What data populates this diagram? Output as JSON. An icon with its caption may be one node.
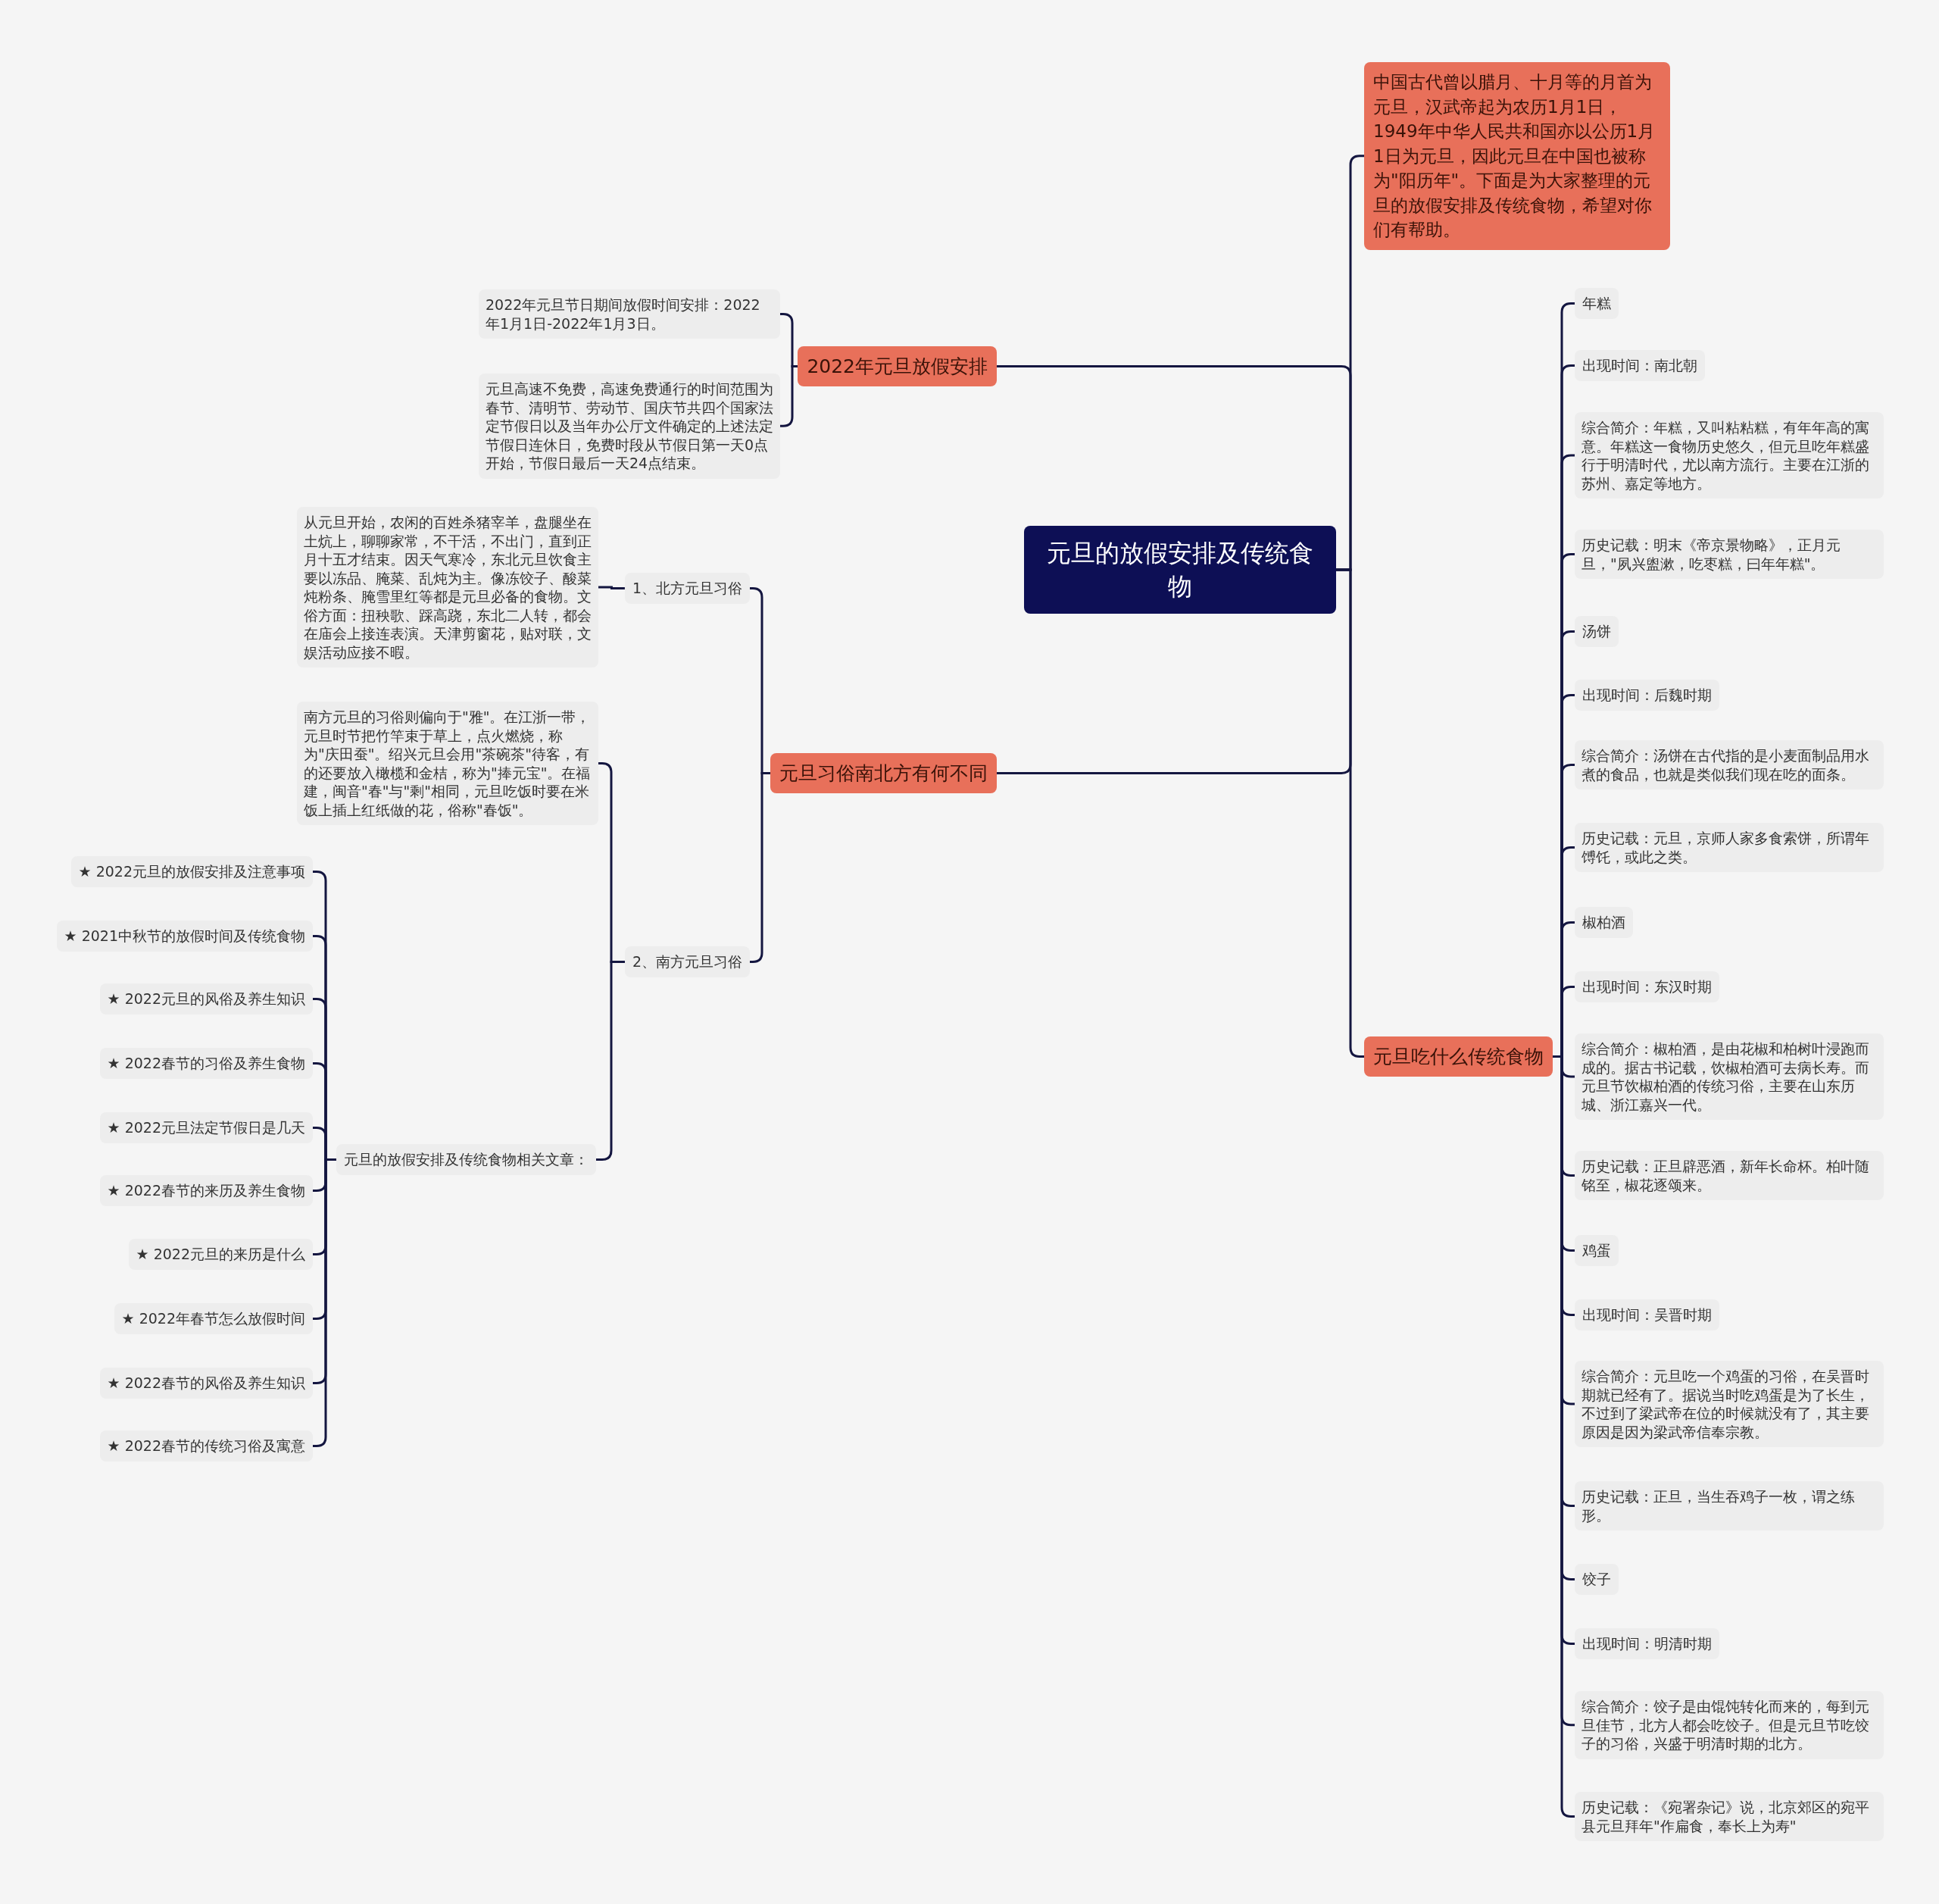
{
  "diagram": {
    "nodes": [
      {
        "text": [
          "元旦的放假安排及传统食物"
        ]
      },
      {
        "text": [
          "中国古代曾以腊月、十月等的月首为元旦，汉武帝起为农历1月1日，1949年中华人民共和国亦以公历1月1日为元旦，因此元旦在中国也被称为\"阳历年\"。下面是为大家整理的元旦的放假安排及传统食物，希望对你们有帮助。"
        ]
      },
      {
        "text": [
          "2022年元旦放假安排"
        ]
      },
      {
        "text": [
          "2022年元旦节日期间放假时间安排：2022年1月1日-2022年1月3日。"
        ]
      },
      {
        "text": [
          "元旦高速不免费，高速免费通行的时间范围为春节、清明节、劳动节、国庆节共四个国家法定节假日以及当年办公厅文件确定的上述法定节假日连休日，免费时段从节假日第一天0点开始，节假日最后一天24点结束。"
        ]
      },
      {
        "text": [
          "元旦习俗南北方有何不同"
        ]
      },
      {
        "text": [
          "1、北方元旦习俗"
        ]
      },
      {
        "text": [
          "从元旦开始，农闲的百姓杀猪宰羊，盘腿坐在土炕上，聊聊家常，不干活，不出门，直到正月十五才结束。因天气寒冷，东北元旦饮食主要以冻品、腌菜、乱炖为主。像冻饺子、酸菜炖粉条、腌雪里红等都是元旦必备的食物。文俗方面：扭秧歌、踩高跷，东北二人转，都会在庙会上接连表演。天津剪窗花，贴对联，文娱活动应接不暇。"
        ]
      },
      {
        "text": [
          "2、南方元旦习俗"
        ]
      },
      {
        "text": [
          "南方元旦的习俗则偏向于\"雅\"。在江浙一带，元旦时节把竹竿束于草上，点火燃烧，称为\"庆田蚕\"。绍兴元旦会用\"茶碗茶\"待客，有的还要放入橄榄和金桔，称为\"捧元宝\"。在福建，闽音\"春\"与\"剩\"相同，元旦吃饭时要在米饭上插上红纸做的花，俗称\"春饭\"。"
        ]
      },
      {
        "text": [
          "元旦的放假安排及传统食物相关文章："
        ]
      },
      {
        "text": [
          "★ 2022元旦的放假安排及注意事项"
        ]
      },
      {
        "text": [
          "★ 2021中秋节的放假时间及传统食物"
        ]
      },
      {
        "text": [
          "★ 2022元旦的风俗及养生知识"
        ]
      },
      {
        "text": [
          "★ 2022春节的习俗及养生食物"
        ]
      },
      {
        "text": [
          "★ 2022元旦法定节假日是几天"
        ]
      },
      {
        "text": [
          "★ 2022春节的来历及养生食物"
        ]
      },
      {
        "text": [
          "★ 2022元旦的来历是什么"
        ]
      },
      {
        "text": [
          "★ 2022年春节怎么放假时间"
        ]
      },
      {
        "text": [
          "★ 2022春节的风俗及养生知识"
        ]
      },
      {
        "text": [
          "★ 2022春节的传统习俗及寓意"
        ]
      },
      {
        "text": [
          "元旦吃什么传统食物"
        ]
      },
      {
        "text": [
          "年糕"
        ]
      },
      {
        "text": [
          "出现时间：南北朝"
        ]
      },
      {
        "text": [
          "综合简介：年糕，又叫粘粘糕，有年年高的寓意。年糕这一食物历史悠久，但元旦吃年糕盛行于明清时代，尤以南方流行。主要在江浙的苏州、嘉定等地方。"
        ]
      },
      {
        "text": [
          "历史记载：明末《帝京景物略》，正月元旦，\"夙兴盥漱，吃枣糕，曰年年糕\"。"
        ]
      },
      {
        "text": [
          "汤饼"
        ]
      },
      {
        "text": [
          "出现时间：后魏时期"
        ]
      },
      {
        "text": [
          "综合简介：汤饼在古代指的是小麦面制品用水煮的食品，也就是类似我们现在吃的面条。"
        ]
      },
      {
        "text": [
          "历史记载：元旦，京师人家多食索饼，所谓年馎饦，或此之类。"
        ]
      },
      {
        "text": [
          "椒柏酒"
        ]
      },
      {
        "text": [
          "出现时间：东汉时期"
        ]
      },
      {
        "text": [
          "综合简介：椒柏酒，是由花椒和柏树叶浸跑而成的。据古书记载，饮椒柏酒可去病长寿。而元旦节饮椒柏酒的传统习俗，主要在山东历城、浙江嘉兴一代。"
        ]
      },
      {
        "text": [
          "历史记载：正旦辟恶酒，新年长命杯。柏叶随铭至，椒花逐颂来。"
        ]
      },
      {
        "text": [
          "鸡蛋"
        ]
      },
      {
        "text": [
          "出现时间：吴晋时期"
        ]
      },
      {
        "text": [
          "综合简介：元旦吃一个鸡蛋的习俗，在吴晋时期就已经有了。据说当时吃鸡蛋是为了长生，不过到了梁武帝在位的时候就没有了，其主要原因是因为梁武帝信奉宗教。"
        ]
      },
      {
        "text": [
          "历史记载：正旦，当生吞鸡子一枚，谓之练形。"
        ]
      },
      {
        "text": [
          "饺子"
        ]
      },
      {
        "text": [
          "出现时间：明清时期"
        ]
      },
      {
        "text": [
          "综合简介：饺子是由馄饨转化而来的，每到元旦佳节，北方人都会吃饺子。但是元旦节吃饺子的习俗，兴盛于明清时期的北方。"
        ]
      },
      {
        "text": [
          "历史记载：《宛署杂记》说，北京郊区的宛平县元旦拜年\"作扁食，奉长上为寿\""
        ]
      }
    ],
    "edges": [
      {
        "from": 0,
        "to": 1,
        "arrow": "none"
      },
      {
        "from": 0,
        "to": 2,
        "arrow": "none"
      },
      {
        "from": 0,
        "to": 5,
        "arrow": "none"
      },
      {
        "from": 0,
        "to": 21,
        "arrow": "none"
      },
      {
        "from": 2,
        "to": 3,
        "arrow": "none"
      },
      {
        "from": 2,
        "to": 4,
        "arrow": "none"
      },
      {
        "from": 5,
        "to": 6,
        "arrow": "none"
      },
      {
        "from": 5,
        "to": 8,
        "arrow": "none"
      },
      {
        "from": 6,
        "to": 7,
        "arrow": "none"
      },
      {
        "from": 8,
        "to": 9,
        "arrow": "none"
      },
      {
        "from": 8,
        "to": 10,
        "arrow": "none"
      },
      {
        "from": 10,
        "to": 11,
        "arrow": "none"
      },
      {
        "from": 10,
        "to": 12,
        "arrow": "none"
      },
      {
        "from": 10,
        "to": 13,
        "arrow": "none"
      },
      {
        "from": 10,
        "to": 14,
        "arrow": "none"
      },
      {
        "from": 10,
        "to": 15,
        "arrow": "none"
      },
      {
        "from": 10,
        "to": 16,
        "arrow": "none"
      },
      {
        "from": 10,
        "to": 17,
        "arrow": "none"
      },
      {
        "from": 10,
        "to": 18,
        "arrow": "none"
      },
      {
        "from": 10,
        "to": 19,
        "arrow": "none"
      },
      {
        "from": 10,
        "to": 20,
        "arrow": "none"
      },
      {
        "from": 21,
        "to": 22,
        "arrow": "none"
      },
      {
        "from": 21,
        "to": 23,
        "arrow": "none"
      },
      {
        "from": 21,
        "to": 24,
        "arrow": "none"
      },
      {
        "from": 21,
        "to": 25,
        "arrow": "none"
      },
      {
        "from": 21,
        "to": 26,
        "arrow": "none"
      },
      {
        "from": 21,
        "to": 27,
        "arrow": "none"
      },
      {
        "from": 21,
        "to": 28,
        "arrow": "none"
      },
      {
        "from": 21,
        "to": 29,
        "arrow": "none"
      },
      {
        "from": 21,
        "to": 30,
        "arrow": "none"
      },
      {
        "from": 21,
        "to": 31,
        "arrow": "none"
      },
      {
        "from": 21,
        "to": 32,
        "arrow": "none"
      },
      {
        "from": 21,
        "to": 33,
        "arrow": "none"
      },
      {
        "from": 21,
        "to": 34,
        "arrow": "none"
      },
      {
        "from": 21,
        "to": 35,
        "arrow": "none"
      },
      {
        "from": 21,
        "to": 36,
        "arrow": "none"
      },
      {
        "from": 21,
        "to": 37,
        "arrow": "none"
      },
      {
        "from": 21,
        "to": 38,
        "arrow": "none"
      },
      {
        "from": 21,
        "to": 39,
        "arrow": "none"
      },
      {
        "from": 21,
        "to": 40,
        "arrow": "none"
      },
      {
        "from": 21,
        "to": 41,
        "arrow": "none"
      }
    ]
  }
}
